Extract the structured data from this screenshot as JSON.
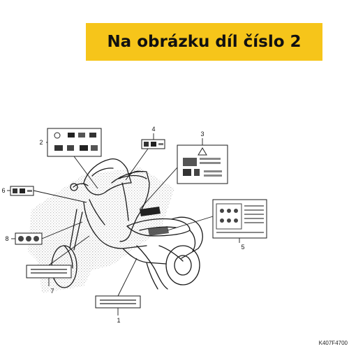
{
  "banner": {
    "text": "Na obrázku díl číslo 2",
    "background": "#f6c51a"
  },
  "callouts": [
    "1",
    "2",
    "3",
    "4",
    "5",
    "6",
    "7",
    "8"
  ],
  "drawing_code": "K407F4700"
}
